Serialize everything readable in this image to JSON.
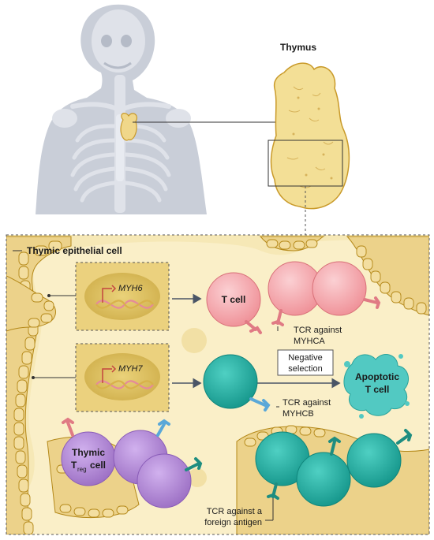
{
  "labels": {
    "thymus": "Thymus",
    "thymic_epithelial_cell": "Thymic epithelial cell",
    "gene_1": "MYH6",
    "gene_2": "MYH7",
    "t_cell": "T cell",
    "tcr_myhca_line1": "TCR against",
    "tcr_myhca_line2": "MYHCA",
    "negative_selection_line1": "Negative",
    "negative_selection_line2": "selection",
    "apoptotic_line1": "Apoptotic",
    "apoptotic_line2": "T cell",
    "tcr_myhcb_line1": "TCR against",
    "tcr_myhcb_line2": "MYHCB",
    "treg_line1": "Thymic",
    "treg_T": "T",
    "treg_sub": "reg",
    "treg_cell": "cell",
    "foreign_line1": "TCR against a",
    "foreign_line2": "foreign antigen"
  },
  "colors": {
    "tissue": "#f4e6b0",
    "tissue_border": "#d4a62a",
    "t_cell_red": "#f4a3a8",
    "t_cell_teal": "#2bb3a6",
    "apoptotic": "#4cc6c0",
    "treg_purple": "#b48ad6",
    "body_gray": "#c9ced8"
  }
}
